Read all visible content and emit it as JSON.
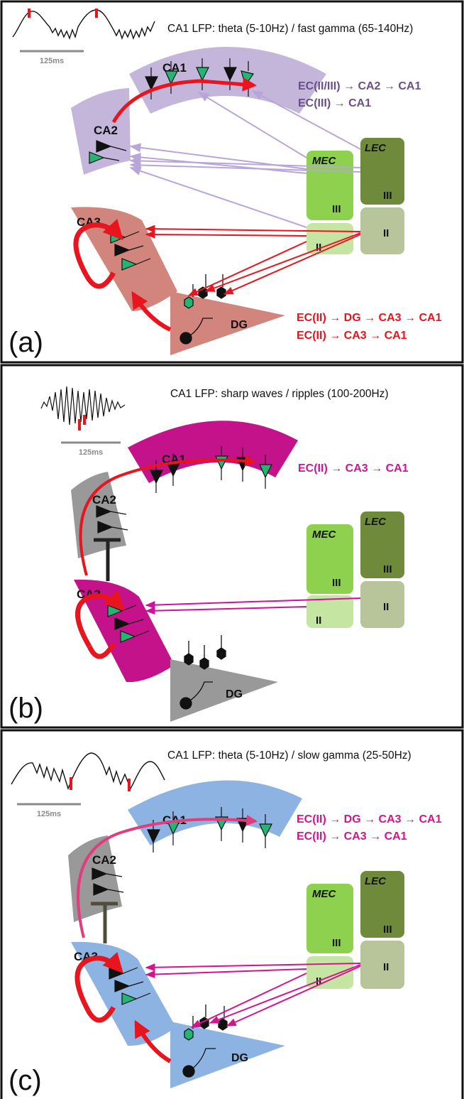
{
  "colors": {
    "panel_a_path": "#e8141e",
    "panel_b_path": "#cc149b",
    "panel_c_path": "#d4148f",
    "purple_path": "#6b4f8a",
    "purple_arrow": "#b9a6d8",
    "mec_dark": "#8dd14f",
    "mec_light": "#c5e6a3",
    "lec_dark": "#6f8a3b",
    "lec_light": "#b8c59a",
    "region_a_ca1": "#c4b5da",
    "region_a_ca3": "#d1857d",
    "region_b_active": "#c3128a",
    "region_gray": "#999999",
    "region_c_blue": "#8db3e2",
    "neuron_green": "#22b573"
  },
  "panels": [
    {
      "letter": "(a)",
      "lfp_title": "CA1 LFP: theta (5-10Hz) / fast gamma (65-140Hz)",
      "scale_label": "125ms",
      "regions": {
        "ca1": "CA1",
        "ca2": "CA2",
        "ca3": "CA3",
        "dg": "DG"
      },
      "ec": {
        "mec": "MEC",
        "lec": "LEC",
        "layer3": "III",
        "layer2": "II"
      },
      "pathways": [
        "EC(II/III) → CA2 → CA1",
        "EC(III) → CA1",
        "EC(II) → DG → CA3 → CA1",
        "EC(II) → CA3 → CA1"
      ]
    },
    {
      "letter": "(b)",
      "lfp_title": "CA1 LFP: sharp waves / ripples (100-200Hz)",
      "scale_label": "125ms",
      "regions": {
        "ca1": "CA1",
        "ca2": "CA2",
        "ca3": "CA3",
        "dg": "DG"
      },
      "ec": {
        "mec": "MEC",
        "lec": "LEC",
        "layer3": "III",
        "layer2": "II"
      },
      "pathways": [
        "EC(II) → CA3 → CA1"
      ]
    },
    {
      "letter": "(c)",
      "lfp_title": "CA1 LFP: theta (5-10Hz) / slow gamma (25-50Hz)",
      "scale_label": "125ms",
      "regions": {
        "ca1": "CA1",
        "ca2": "CA2",
        "ca3": "CA3",
        "dg": "DG"
      },
      "ec": {
        "mec": "MEC",
        "lec": "LEC",
        "layer3": "III",
        "layer2": "II"
      },
      "pathways": [
        "EC(II) → DG → CA3 → CA1",
        "EC(II) → CA3 → CA1"
      ]
    }
  ]
}
